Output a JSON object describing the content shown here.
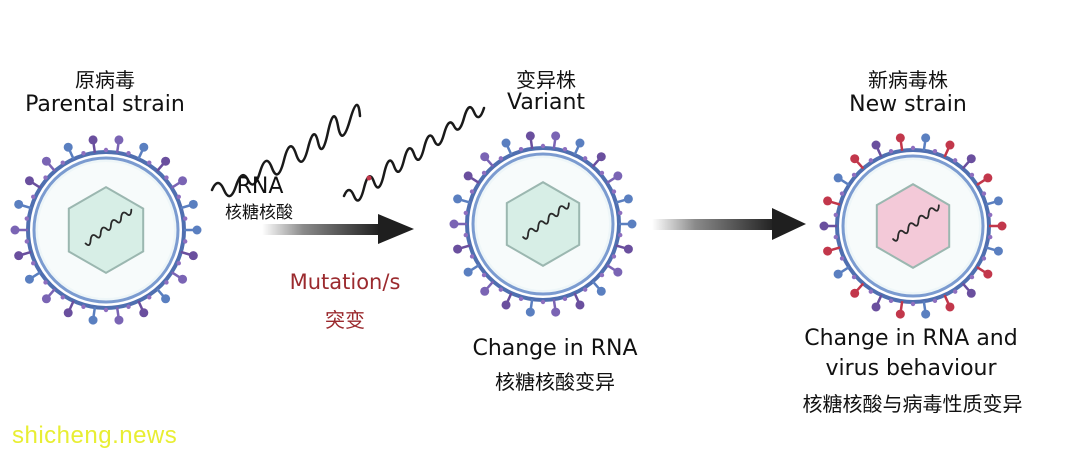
{
  "stage1": {
    "title_cn": "原病毒",
    "title_en": "Parental strain"
  },
  "rna_label": {
    "en": "RNA",
    "cn": "核糖核酸"
  },
  "mutation": {
    "en": "Mutation/s",
    "cn": "突变"
  },
  "stage2": {
    "title_cn": "变异株",
    "title_en": "Variant",
    "desc_en": "Change in RNA",
    "desc_cn": "核糖核酸变异"
  },
  "stage3": {
    "title_cn": "新病毒株",
    "title_en": "New strain",
    "desc_en_1": "Change in RNA and",
    "desc_en_2": "virus behaviour",
    "desc_cn": "核糖核酸与病毒性质变异"
  },
  "watermark": "shicheng.news",
  "colors": {
    "spike_blue": "#5a7fc0",
    "spike_purple": "#6a4f9e",
    "spike_red": "#c2374b",
    "capsid_green": "#d7eee6",
    "capsid_pink": "#f3c9d8",
    "mutation_text": "#9b2a2e",
    "arrow": "#1f1f1f",
    "watermark": "#e8ee33"
  }
}
